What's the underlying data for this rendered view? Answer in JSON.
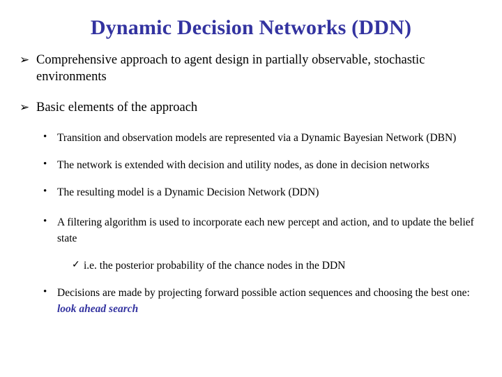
{
  "slide": {
    "title": "Dynamic Decision Networks (DDN)",
    "title_color": "#3333A0",
    "background_color": "#FFFFFF",
    "text_color": "#000000",
    "accent_color": "#3333A0",
    "bullets": {
      "level1_glyph": "➢",
      "level1_glyph_name": "wingdings-arrow-bullet",
      "level2_glyph": "•",
      "level2_glyph_name": "round-dot-bullet",
      "level3_glyph": "✓",
      "level3_glyph_name": "check-mark-bullet"
    },
    "items": [
      {
        "level": 1,
        "text": "Comprehensive approach to agent design in partially observable, stochastic environments"
      },
      {
        "level": 1,
        "text": "Basic elements of the approach"
      },
      {
        "level": 2,
        "text": "Transition and observation models are represented via a Dynamic Bayesian Network (DBN)"
      },
      {
        "level": 2,
        "text": "The network is extended with decision and utility nodes, as done in decision networks"
      },
      {
        "level": 2,
        "text": "The resulting model is a Dynamic Decision Network (DDN)"
      },
      {
        "level": 2,
        "text": "A filtering algorithm is used to incorporate each new percept and action, and to update the belief state"
      },
      {
        "level": 3,
        "text": "i.e. the posterior probability of the chance nodes in the DDN"
      },
      {
        "level": 2,
        "text_lead": "Decisions are made by projecting forward possible action sequences and choosing the best one: ",
        "text_emphasis": "look ahead search"
      }
    ]
  }
}
